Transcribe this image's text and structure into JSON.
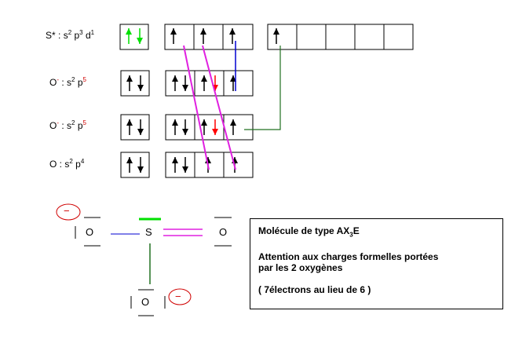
{
  "orbital_rows": [
    {
      "prefix": "S*",
      "tail": " : s",
      "sup1": "2",
      "mid": " p",
      "sup2": "3",
      "mid2": " d",
      "sup3": "1"
    },
    {
      "prefix": "O",
      "charge": "-",
      "tail": " : s",
      "sup1": "2",
      "mid": " p",
      "sup2": "5"
    },
    {
      "prefix": "O",
      "charge": "-",
      "tail": " : s",
      "sup1": "2",
      "mid": " p",
      "sup2": "5"
    },
    {
      "prefix": "O",
      "tail": " : s",
      "sup1": "2",
      "mid": " p",
      "sup2": "4"
    }
  ],
  "molecule": {
    "sulfur": "S",
    "oxygen_left": "O",
    "oxygen_right": "O",
    "oxygen_bottom": "O",
    "charge_symbol": "−"
  },
  "info_box": {
    "line1_prefix": "Molécule de type AX",
    "line1_sub": "3",
    "line1_suffix": "E",
    "line2": "Attention aux charges formelles portées",
    "line3": "par les 2 oxygènes",
    "line4": "( 7électrons  au lieu de 6 )"
  },
  "colors": {
    "pairing_lines": "#e020e0",
    "sulfur_unpaired": "#00e000",
    "bond_d": "#0000d0",
    "bond_sigma": "#207020",
    "transferred_electron": "#ff0000",
    "charge_circle": "#d00000"
  }
}
